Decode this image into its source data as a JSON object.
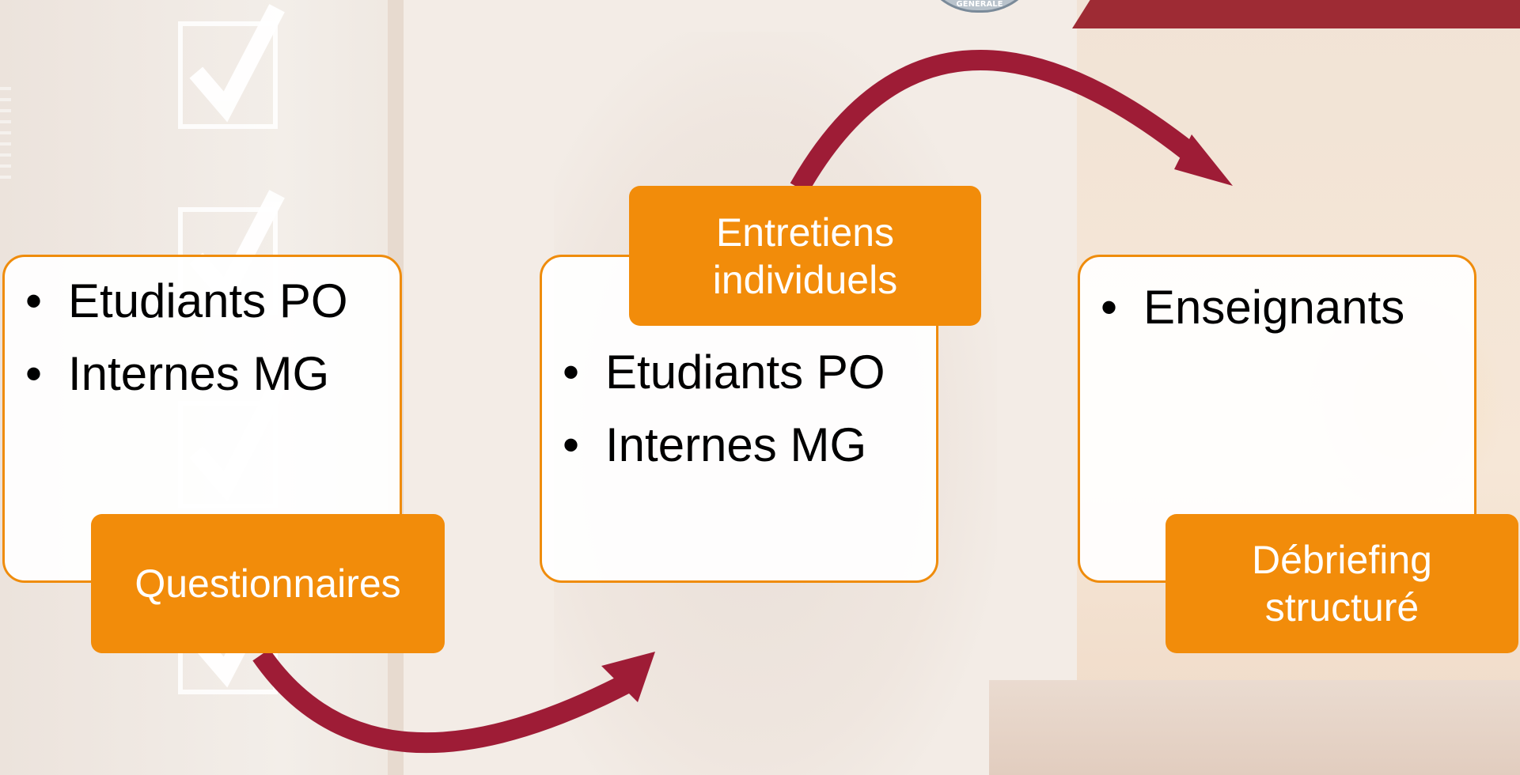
{
  "header": {
    "badge_text": "GÉNÉRALE",
    "accent_color": "#9e2b34"
  },
  "colors": {
    "card_border": "#ef8c0c",
    "label_fill": "#f28c0a",
    "arrow": "#9e1c36"
  },
  "steps": [
    {
      "items": [
        "Etudiants PO",
        "Internes MG"
      ],
      "label": "Questionnaires"
    },
    {
      "items": [
        "Etudiants PO",
        "Internes MG"
      ],
      "label": "Entretiens\nindividuels"
    },
    {
      "items": [
        "Enseignants"
      ],
      "label": "Débriefing\nstructuré"
    }
  ],
  "bullet_glyph": "•"
}
